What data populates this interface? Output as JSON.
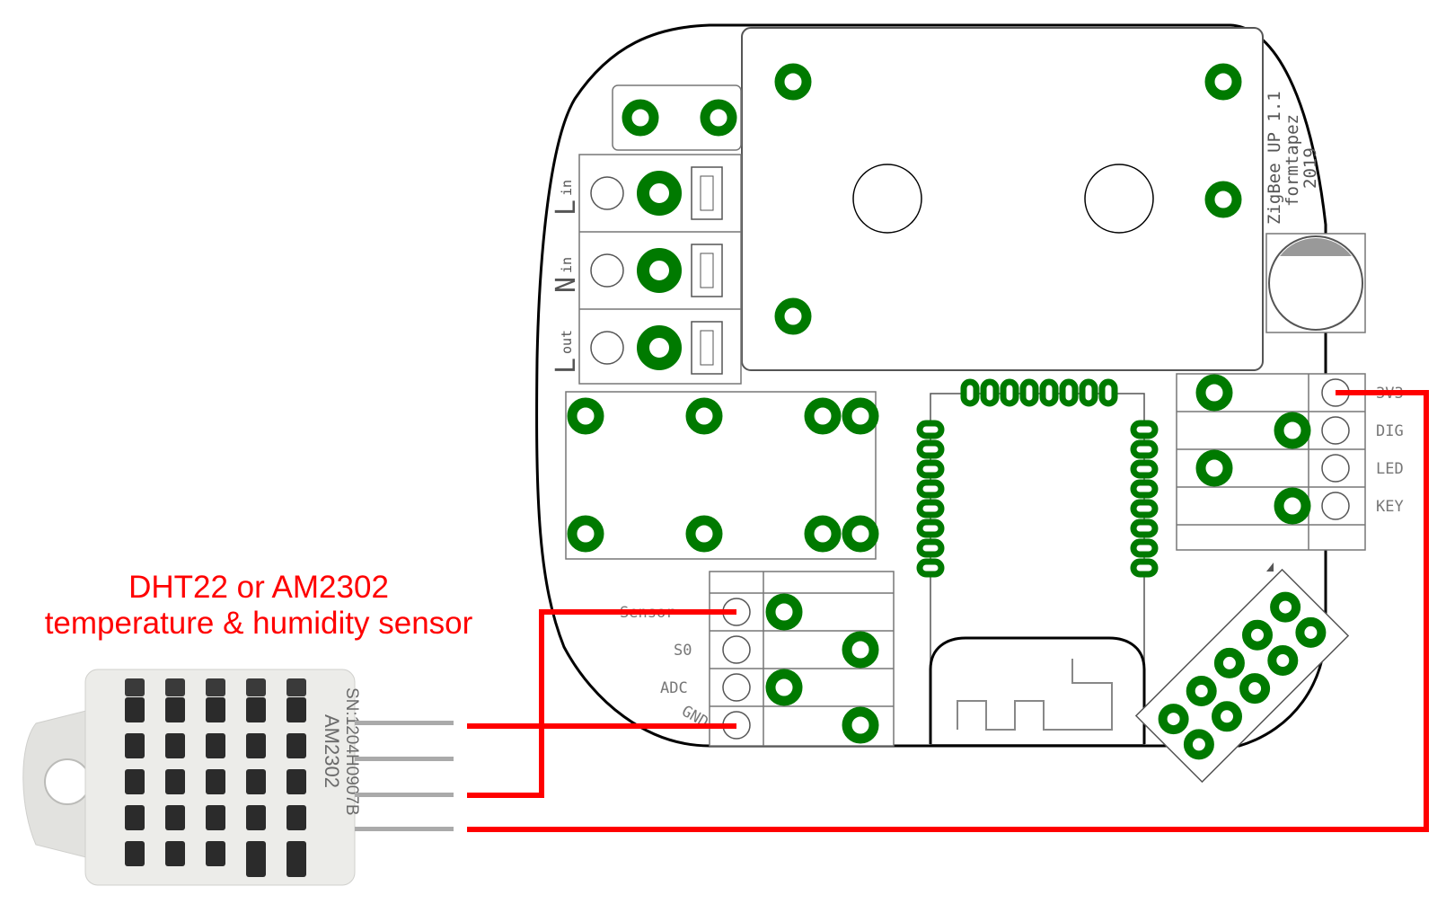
{
  "sensor": {
    "title_line1": "DHT22 or AM2302",
    "title_line2": "temperature & humidity sensor",
    "chip_model": "AM2302",
    "chip_serial": "SN:1204H0907B"
  },
  "board": {
    "name": "ZigBee UP 1.1",
    "author": "formtapez",
    "year": "2019",
    "terminals": [
      {
        "letter": "L",
        "sub": "in"
      },
      {
        "letter": "N",
        "sub": "in"
      },
      {
        "letter": "L",
        "sub": "out"
      }
    ],
    "right_header_labels": [
      "3V3",
      "DIG",
      "LED",
      "KEY"
    ],
    "bottom_header_labels": [
      "Sensor",
      "S0",
      "ADC",
      "GND"
    ]
  },
  "colors": {
    "wire": "#ff0000",
    "pad": "#007a00",
    "outline": "#000000"
  }
}
